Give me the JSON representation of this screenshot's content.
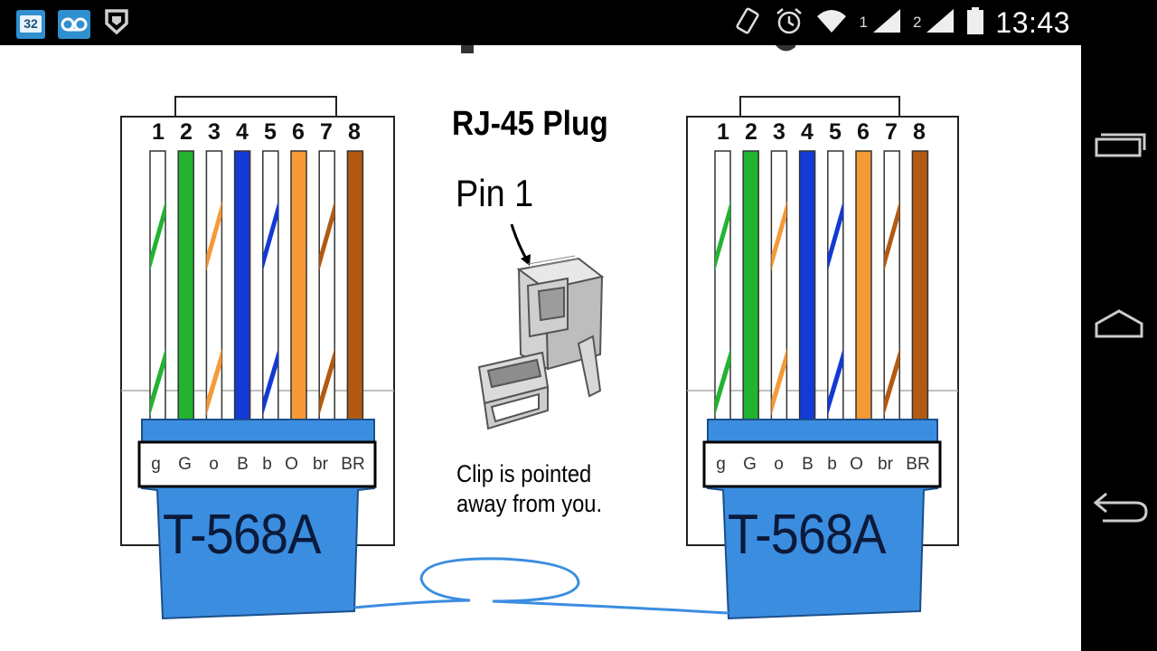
{
  "status_bar": {
    "notification_badge": "32",
    "sim_1": "1",
    "sim_2": "2",
    "time": "13:43"
  },
  "diagram": {
    "title": "RJ-45 Plug",
    "pin_label": "Pin 1",
    "clip_note_line1": "Clip is pointed",
    "clip_note_line2": "away from you.",
    "connectors": [
      {
        "standard": "T-568A",
        "pins": [
          "1",
          "2",
          "3",
          "4",
          "5",
          "6",
          "7",
          "8"
        ],
        "codes": [
          "g",
          "G",
          "o",
          "B",
          "b",
          "O",
          "br",
          "BR"
        ]
      },
      {
        "standard": "T-568A",
        "pins": [
          "1",
          "2",
          "3",
          "4",
          "5",
          "6",
          "7",
          "8"
        ],
        "codes": [
          "g",
          "G",
          "o",
          "B",
          "b",
          "O",
          "br",
          "BR"
        ]
      }
    ],
    "wire_colors": {
      "green": "#22b431",
      "orange": "#f59a37",
      "blue": "#1339d6",
      "brown": "#b35a12",
      "white": "#ffffff",
      "boot": "#3b8de0"
    }
  }
}
